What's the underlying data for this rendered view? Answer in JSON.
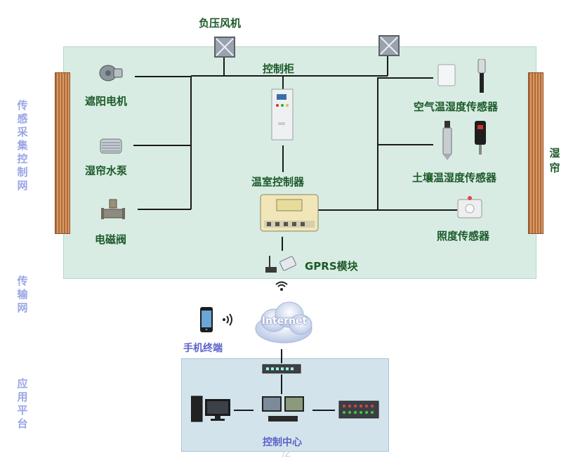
{
  "labels": {
    "fan": "负压风机",
    "cabinet": "控制柜",
    "sunshade_motor": "遮阳电机",
    "pump": "湿帘水泵",
    "valve": "电磁阀",
    "controller": "温室控制器",
    "air_sensor": "空气温湿度传感器",
    "soil_sensor": "土壤温湿度传感器",
    "light_sensor": "照度传感器",
    "gprs": "GPRS模块",
    "wet_curtain": "湿帘",
    "internet": "Internet",
    "mobile": "手机终端",
    "control_center": "控制中心"
  },
  "layers": {
    "sensing": "传感采集控制网",
    "transport": "传输网",
    "application": "应用平台"
  },
  "colors": {
    "top_panel": "#d8ece3",
    "bottom_panel": "#d3e3ec",
    "dark_green_text": "#1c5a2a",
    "blue_text": "#5b63c8",
    "layer_text": "#9aa5e6"
  },
  "watermark": "/Z"
}
